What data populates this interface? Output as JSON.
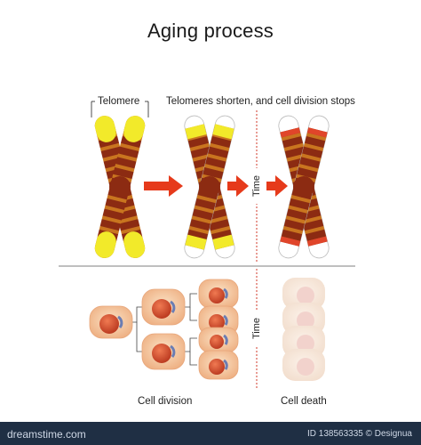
{
  "title": "Aging process",
  "labels": {
    "telomere": "Telomere",
    "shorten": "Telomeres shorten, and cell division stops",
    "time": "Time",
    "cell_division": "Cell division",
    "cell_death": "Cell death"
  },
  "footer": {
    "left": "dreamstime.com",
    "right": "ID 138563335 © Designua"
  },
  "colors": {
    "chromatid": "#8c2b12",
    "band": "#c9751f",
    "telomere_yellow": "#f2ea2a",
    "telomere_red": "#e0452a",
    "arrow": "#e63a1b",
    "cell_body": "#f4c39a",
    "nucleus": "#d24b2a",
    "footer": "#1f2f44"
  }
}
